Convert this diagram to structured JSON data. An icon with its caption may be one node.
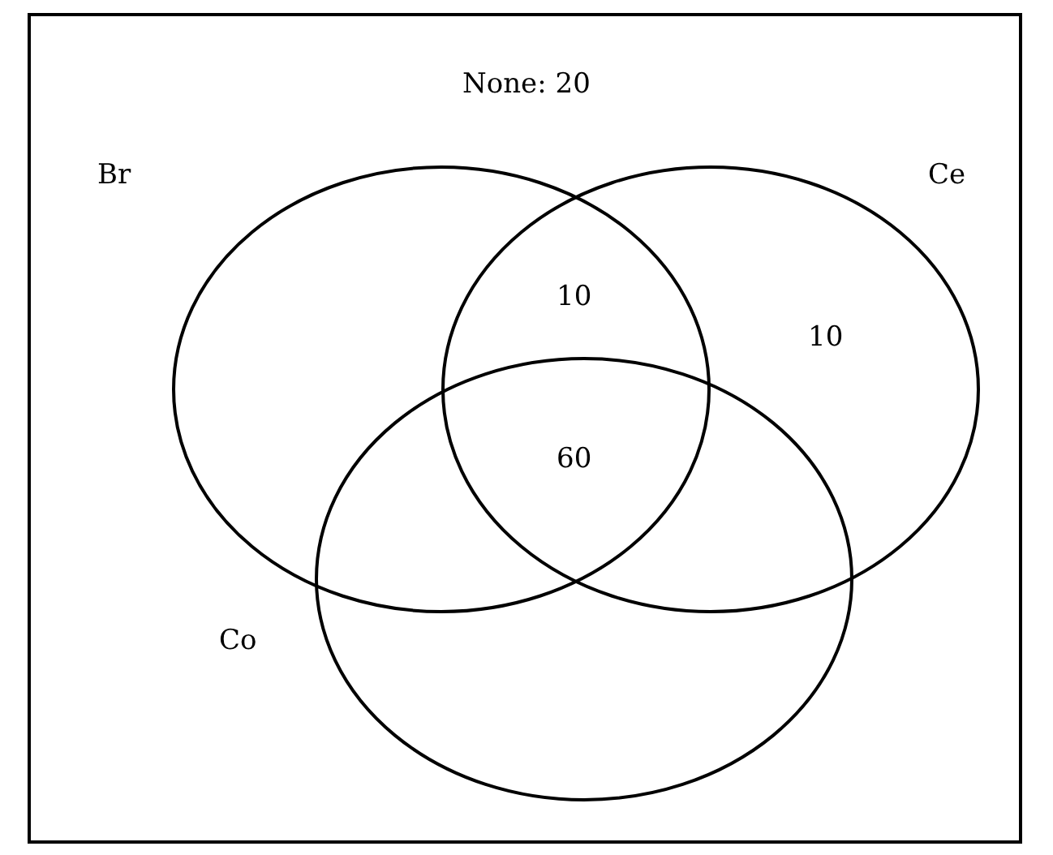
{
  "diagram": {
    "nodes": [
      {
        "text": [
          "Br"
        ]
      },
      {
        "text": [
          "Ce"
        ]
      },
      {
        "text": [
          "Co"
        ]
      }
    ],
    "labels": [
      "None: 20",
      "10",
      "10",
      "60"
    ]
  }
}
